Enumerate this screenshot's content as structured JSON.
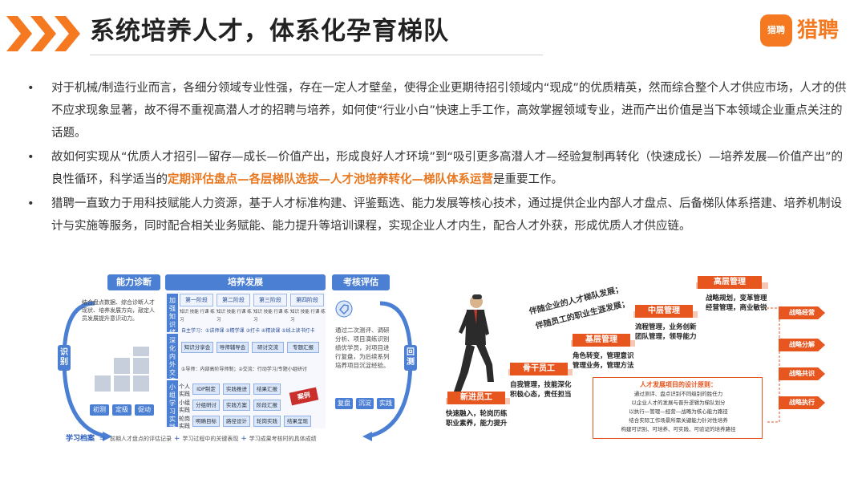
{
  "header": {
    "title": "系统培养人才，体系化孕育梯队",
    "logo_box_text": "猎聘",
    "logo_text": "猎聘"
  },
  "bullets": [
    {
      "text": "对于机械/制造行业而言，各细分领域专业性强，存在一定人才壁垒，使得企业更期待招引领域内“现成”的优质精英，然而综合整个人才供应市场，人才的供不应求现象显著，故不得不重视高潜人才的招聘与培养，如何使“行业小白”快速上手工作，高效掌握领域专业，进而产出价值是当下本领域企业重点关注的话题。"
    },
    {
      "text_before": "故如何实现从“优质人才招引—留存—成长—价值产出，形成良好人才环境”到“吸引更多高潜人才—经验复制再转化（快速成长）—培养发展—价值产出”的良性循环，科学适当的",
      "highlight": "定期评估盘点—各层梯队选拔—人才池培养转化—梯队体系运营",
      "text_after": "是重要工作。"
    },
    {
      "text": "猎聘一直致力于用科技赋能人力资源，基于人才标准构建、评鉴甄选、能力发展等核心技术，通过提供企业内部人才盘点、后备梯队体系搭建、培养机制设计与实施等服务，同时配合相关业务赋能、能力提升等培训课程，实现企业人才内生，配合人才外获，形成优质人才供应链。"
    }
  ],
  "left_diagram": {
    "headers": {
      "diagnosis": "能力诊断",
      "development": "培养发展",
      "evaluation": "考核评估"
    },
    "side_left": "识别",
    "side_right": "回测",
    "diagnosis_text": "结合盘点数据、综合诊断人才现状、培养发展方向，敲定人员发展提升意识动力。",
    "diagnosis_buttons": [
      "初测",
      "定级",
      "促动"
    ],
    "stages": [
      "第一阶段",
      "第二阶段",
      "第三阶段",
      "第四阶段"
    ],
    "stage_sub": "知识  技能  行课  练习",
    "vbar1": "加强知识储备",
    "vbar2": "深化内外交流",
    "vbar3": "小组学习实践",
    "self_study": "自主学习：①讲师课 ②精学课 ③打卡 ④精读课 ⑤线上读书打卡",
    "exchange_row": [
      "知识分享会",
      "导师辅导会",
      "研讨交流",
      "专题汇报"
    ],
    "exchange_note": "①导师：内部高阶导师制；②交流：行动学习/专题小组研讨",
    "practice_rows": [
      {
        "label": "个人实践",
        "items": [
          "IDP制定",
          "实践推进",
          "结果汇报"
        ]
      },
      {
        "label": "小组实践",
        "items": [
          "分组研讨",
          "实践方案",
          "阶段汇报"
        ]
      },
      {
        "label": "轮岗实践",
        "items": [
          "明确目标",
          "路径设计",
          "轮岗实践",
          "结果呈现"
        ]
      }
    ],
    "case_tag": "案例",
    "evaluation_text": "通过二次测评、调研分析、项目演练识别绩优学员，对项目进行复盘，为后续系列培养项目沉淀经验。",
    "evaluation_buttons": [
      "复盘",
      "沉淀",
      "实践"
    ],
    "record_label": "学习档案",
    "record_eq": "=",
    "record_items": [
      "前期人才盘点的评估记录",
      "学习过程中的关键表现",
      "学习成果考核时的具体成绩"
    ],
    "record_plus": "+"
  },
  "right_diagram": {
    "note1": "伴随企业的人才梯队发展；",
    "note2": "伴随员工的职业生涯发展；",
    "steps": [
      {
        "label": "新进员工",
        "desc": [
          "快速融入，轮岗历练",
          "职业素养，能力提升"
        ]
      },
      {
        "label": "骨干员工",
        "desc": [
          "自我管理，技能深化",
          "积极心态，责任担当"
        ]
      },
      {
        "label": "基层管理",
        "desc": [
          "角色转变，管理意识",
          "管理业务，管理方法"
        ]
      },
      {
        "label": "中层管理",
        "desc": [
          "流程管理，业务创新",
          "团队管理，领导能力"
        ]
      },
      {
        "label": "高层管理",
        "desc": [
          "战略规划，变革管理",
          "经营管理，商业敏锐"
        ]
      }
    ],
    "design_title": "人才发展项目的设计原则：",
    "design_items": [
      "通过测评、盘点识别不同级别的胜任力",
      "以企业人才的发展与晋升逻辑为梯队划分",
      "以执行—管理—经营—战略为核心能力路径",
      "结合实际工作场景所需关键能力针对性培养",
      "构建可识别、可培养、可实践、可验证的培养路径"
    ],
    "right_tags": [
      "战略经营",
      "战略分解",
      "战略共识",
      "战略执行"
    ],
    "colors": {
      "accent": "#e8561f",
      "blue": "#4a7fd4",
      "brand": "#f47920"
    }
  }
}
